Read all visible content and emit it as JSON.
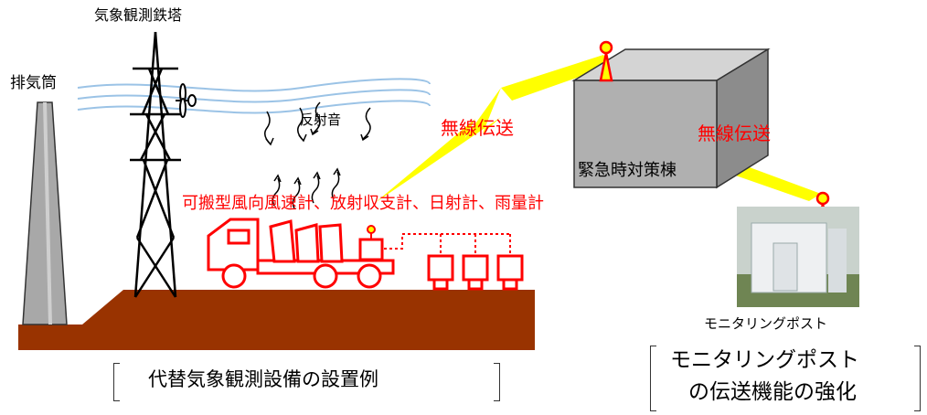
{
  "labels": {
    "tower": "気象観測鉄塔",
    "stack": "排気筒",
    "reflection": "反射音",
    "wireless_1": "無線伝送",
    "wireless_2": "無線伝送",
    "building": "緊急時対策棟",
    "instruments": "可搬型風向風速計、放射収支計、日射計、雨量計",
    "post_label": "モニタリングポスト",
    "caption_left": "代替気象観測設備の設置例",
    "caption_right_line1": "モニタリングポスト",
    "caption_right_line2": "の伝送機能の強化"
  },
  "colors": {
    "ground": "#993300",
    "accent_red": "#ff0000",
    "lightning": "#ffff00",
    "building_gray": "#b0b0b0",
    "wind_lines": "#9bc3e6"
  },
  "icons": [
    "steel-tower-icon",
    "exhaust-stack-icon",
    "wind-turbine-icon",
    "truck-icon",
    "antenna-icon",
    "building-box-icon",
    "monitoring-post-photo"
  ]
}
